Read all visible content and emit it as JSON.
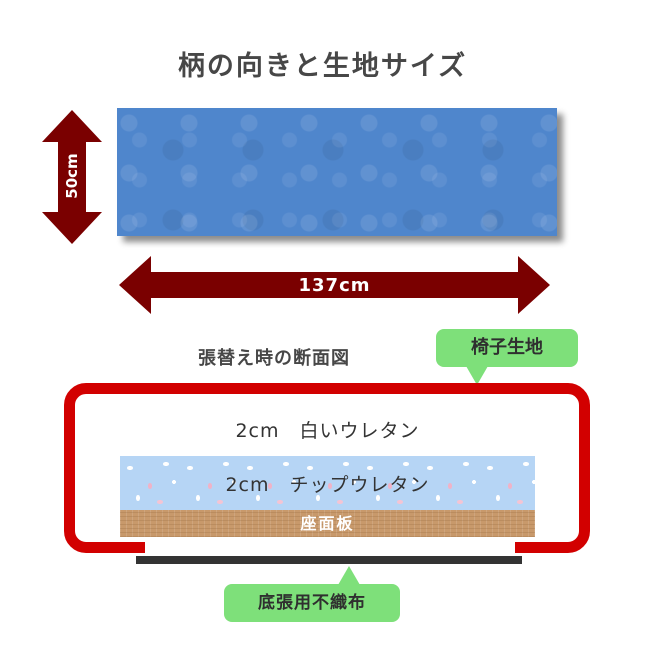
{
  "title": "柄の向きと生地サイズ",
  "fabric": {
    "height_label": "50cm",
    "width_label": "137cm",
    "color": "#4f86cc"
  },
  "section": {
    "title": "張替え時の断面図",
    "outer_label": "椅子生地",
    "layers": {
      "white_urethane": "2cm　白いウレタン",
      "chip_urethane": "2cm　チップウレタン",
      "seat_board": "座面板"
    },
    "bottom_label": "底張用不織布"
  },
  "colors": {
    "arrow": "#7a0000",
    "frame": "#d20000",
    "callout": "#7ee07a",
    "chip": "#b6d5f5",
    "wood": "#c8996b",
    "base": "#333333"
  }
}
